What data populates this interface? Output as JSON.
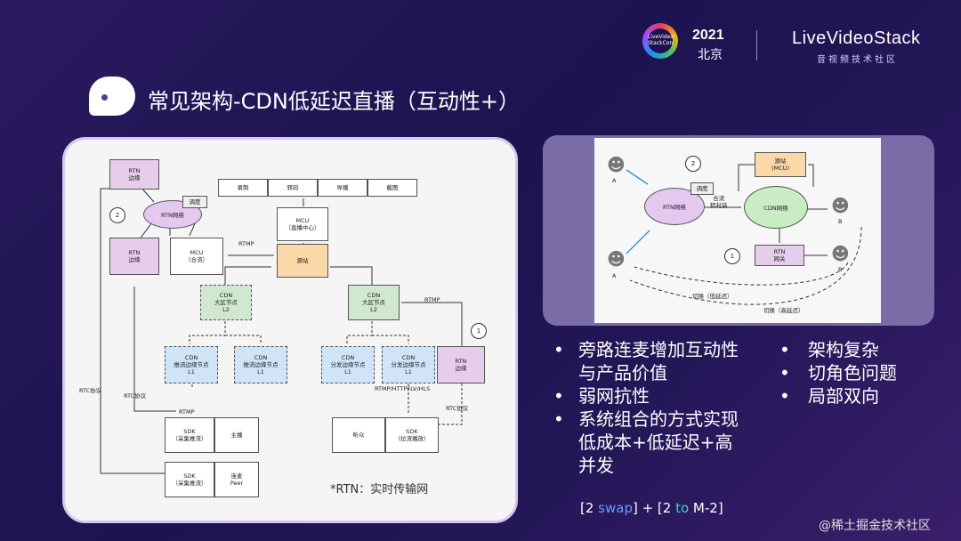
{
  "header": {
    "event_logo_text": "LiveVideo StackCon",
    "year": "2021",
    "city": "北京",
    "brand": "LiveVideoStack",
    "brand_sub": "音视频技术社区"
  },
  "title": "常见架构-CDN低延迟直播（互动性+）",
  "left_diagram": {
    "rtn_edge_top": "RTN\n边缘",
    "rtn_network": "RTN网络",
    "schedule": "调度",
    "circle_2": "2",
    "rtn_edge_mid": "RTN\n边缘",
    "mcu_mix": "MCU\n（合流）",
    "rtmp1": "RTMP",
    "tasks": [
      "录制",
      "转码",
      "导播",
      "截图"
    ],
    "mcu_center": "MCU\n（直播中心）",
    "source": "源站",
    "cdn_l2_left": "CDN\n大区节点\nL2",
    "cdn_l2_right": "CDN\n大区节点\nL2",
    "rtmp2": "RTMP",
    "circle_1": "1",
    "edge_push_1": "CDN\n推流边缘节点\nL1",
    "edge_push_2": "CDN\n推流边缘节点\nL1",
    "edge_dist_1": "CDN\n分发边缘节点\nL1",
    "edge_dist_2": "CDN\n分发边缘节点\nL1",
    "rtn_edge_right": "RTN\n边缘",
    "rtc_1": "RTC协议",
    "rtc_2": "RTC协议",
    "rtc_3": "RTC协议",
    "rtmp3": "RTMP",
    "rtmp_http": "RTMP/HTTPFLV/HLS",
    "sdk_push": "SDK\n（采集推流）",
    "host": "主播",
    "sdk_push2": "SDK\n（采集推流）",
    "peer": "连麦\nPeer",
    "audience": "听众",
    "sdk_pull": "SDK\n（拉流播放）",
    "rtn_note": "*RTN：实时传输网"
  },
  "right_diagram": {
    "user_a_top": "A",
    "user_a_bottom": "A",
    "circle_2": "2",
    "circle_1": "1",
    "rtn_network": "RTN网络",
    "schedule": "调度",
    "mix": "合流\n转封装",
    "source": "源站\n(MCU)",
    "cdn_network": "CDN网络",
    "user_b_top": "B",
    "user_b_bottom": "B",
    "rtn_gateway": "RTN\n网关",
    "switch_low": "切换（低延迟）",
    "switch_high": "切换（高延迟）"
  },
  "bullets_left": [
    "旁路连麦增加互动性与产品价值",
    "弱网抗性",
    "系统组合的方式实现低成本+低延迟+高并发"
  ],
  "bullets_right": [
    "架构复杂",
    "切角色问题",
    "局部双向"
  ],
  "code": {
    "p1": "[2 ",
    "swap": "swap",
    "p2": "] + [2 ",
    "to": "to",
    "p3": " M-2]"
  },
  "watermark": "@稀土掘金技术社区"
}
